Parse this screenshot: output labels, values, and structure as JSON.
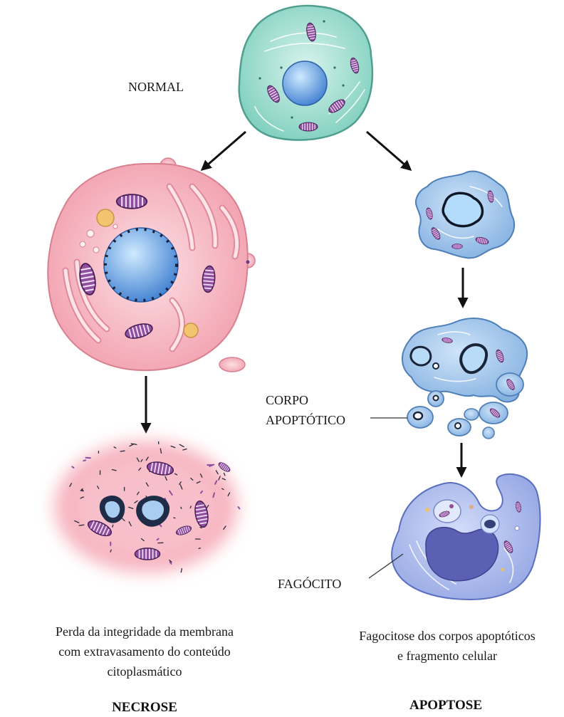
{
  "labels": {
    "normal": "NORMAL",
    "corpo_apoptotico": [
      "CORPO",
      "APOPTÓTICO"
    ],
    "fagocito": "FAGÓCITO"
  },
  "necrose": {
    "caption": [
      "Perda da integridade da membrana",
      "com extravasamento do conteúdo",
      "citoplasmático"
    ],
    "title": "NECROSE"
  },
  "apoptose": {
    "caption": [
      "Fagocitose dos corpos apoptóticos",
      "e fragmento celular"
    ],
    "title": "APOPTOSE"
  },
  "colors": {
    "normal_cell": "#7fcfbe",
    "necrotic_cell": "#f2a2b0",
    "apoptotic_cell": "#86b2e2",
    "phagocyte": "#94a6e4",
    "nucleus": "#3f7fd0",
    "mitochondria": "#8e4f9e",
    "vacuole": "#f2c46f",
    "debris": "#f5a6b4",
    "arrow": "#111111"
  }
}
